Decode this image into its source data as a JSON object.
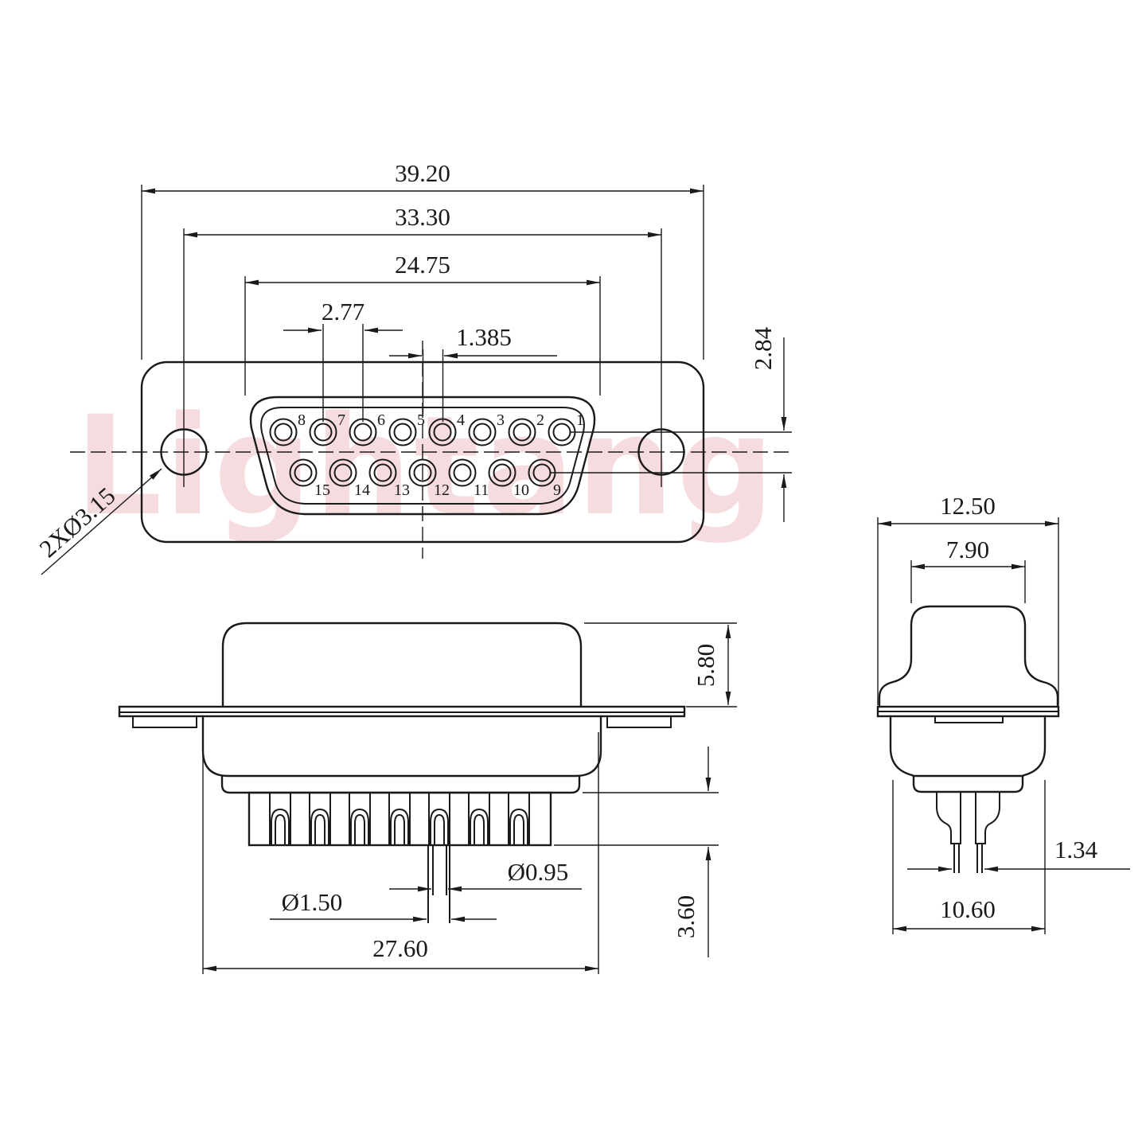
{
  "watermark": "Lightang",
  "front_view": {
    "pin_numbers_top": [
      "8",
      "7",
      "6",
      "5",
      "4",
      "3",
      "2",
      "1"
    ],
    "pin_numbers_bottom": [
      "15",
      "14",
      "13",
      "12",
      "11",
      "10",
      "9"
    ],
    "dim_overall_width": "39.20",
    "dim_hole_spacing": "33.30",
    "dim_shroud_width": "24.75",
    "dim_pin_pitch": "2.77",
    "dim_half_pitch": "1.385",
    "dim_row_spacing": "2.84",
    "label_mounting_holes": "2XØ3.15"
  },
  "side_view": {
    "dim_shell_height": "5.80",
    "dim_pin_dia": "Ø0.95",
    "dim_cup_dia": "Ø1.50",
    "dim_body_width": "27.60",
    "dim_pin_length": "3.60"
  },
  "end_view": {
    "dim_overall_width": "12.50",
    "dim_shroud_depth": "7.90",
    "dim_pin_gap": "1.34",
    "dim_body_width": "10.60"
  }
}
